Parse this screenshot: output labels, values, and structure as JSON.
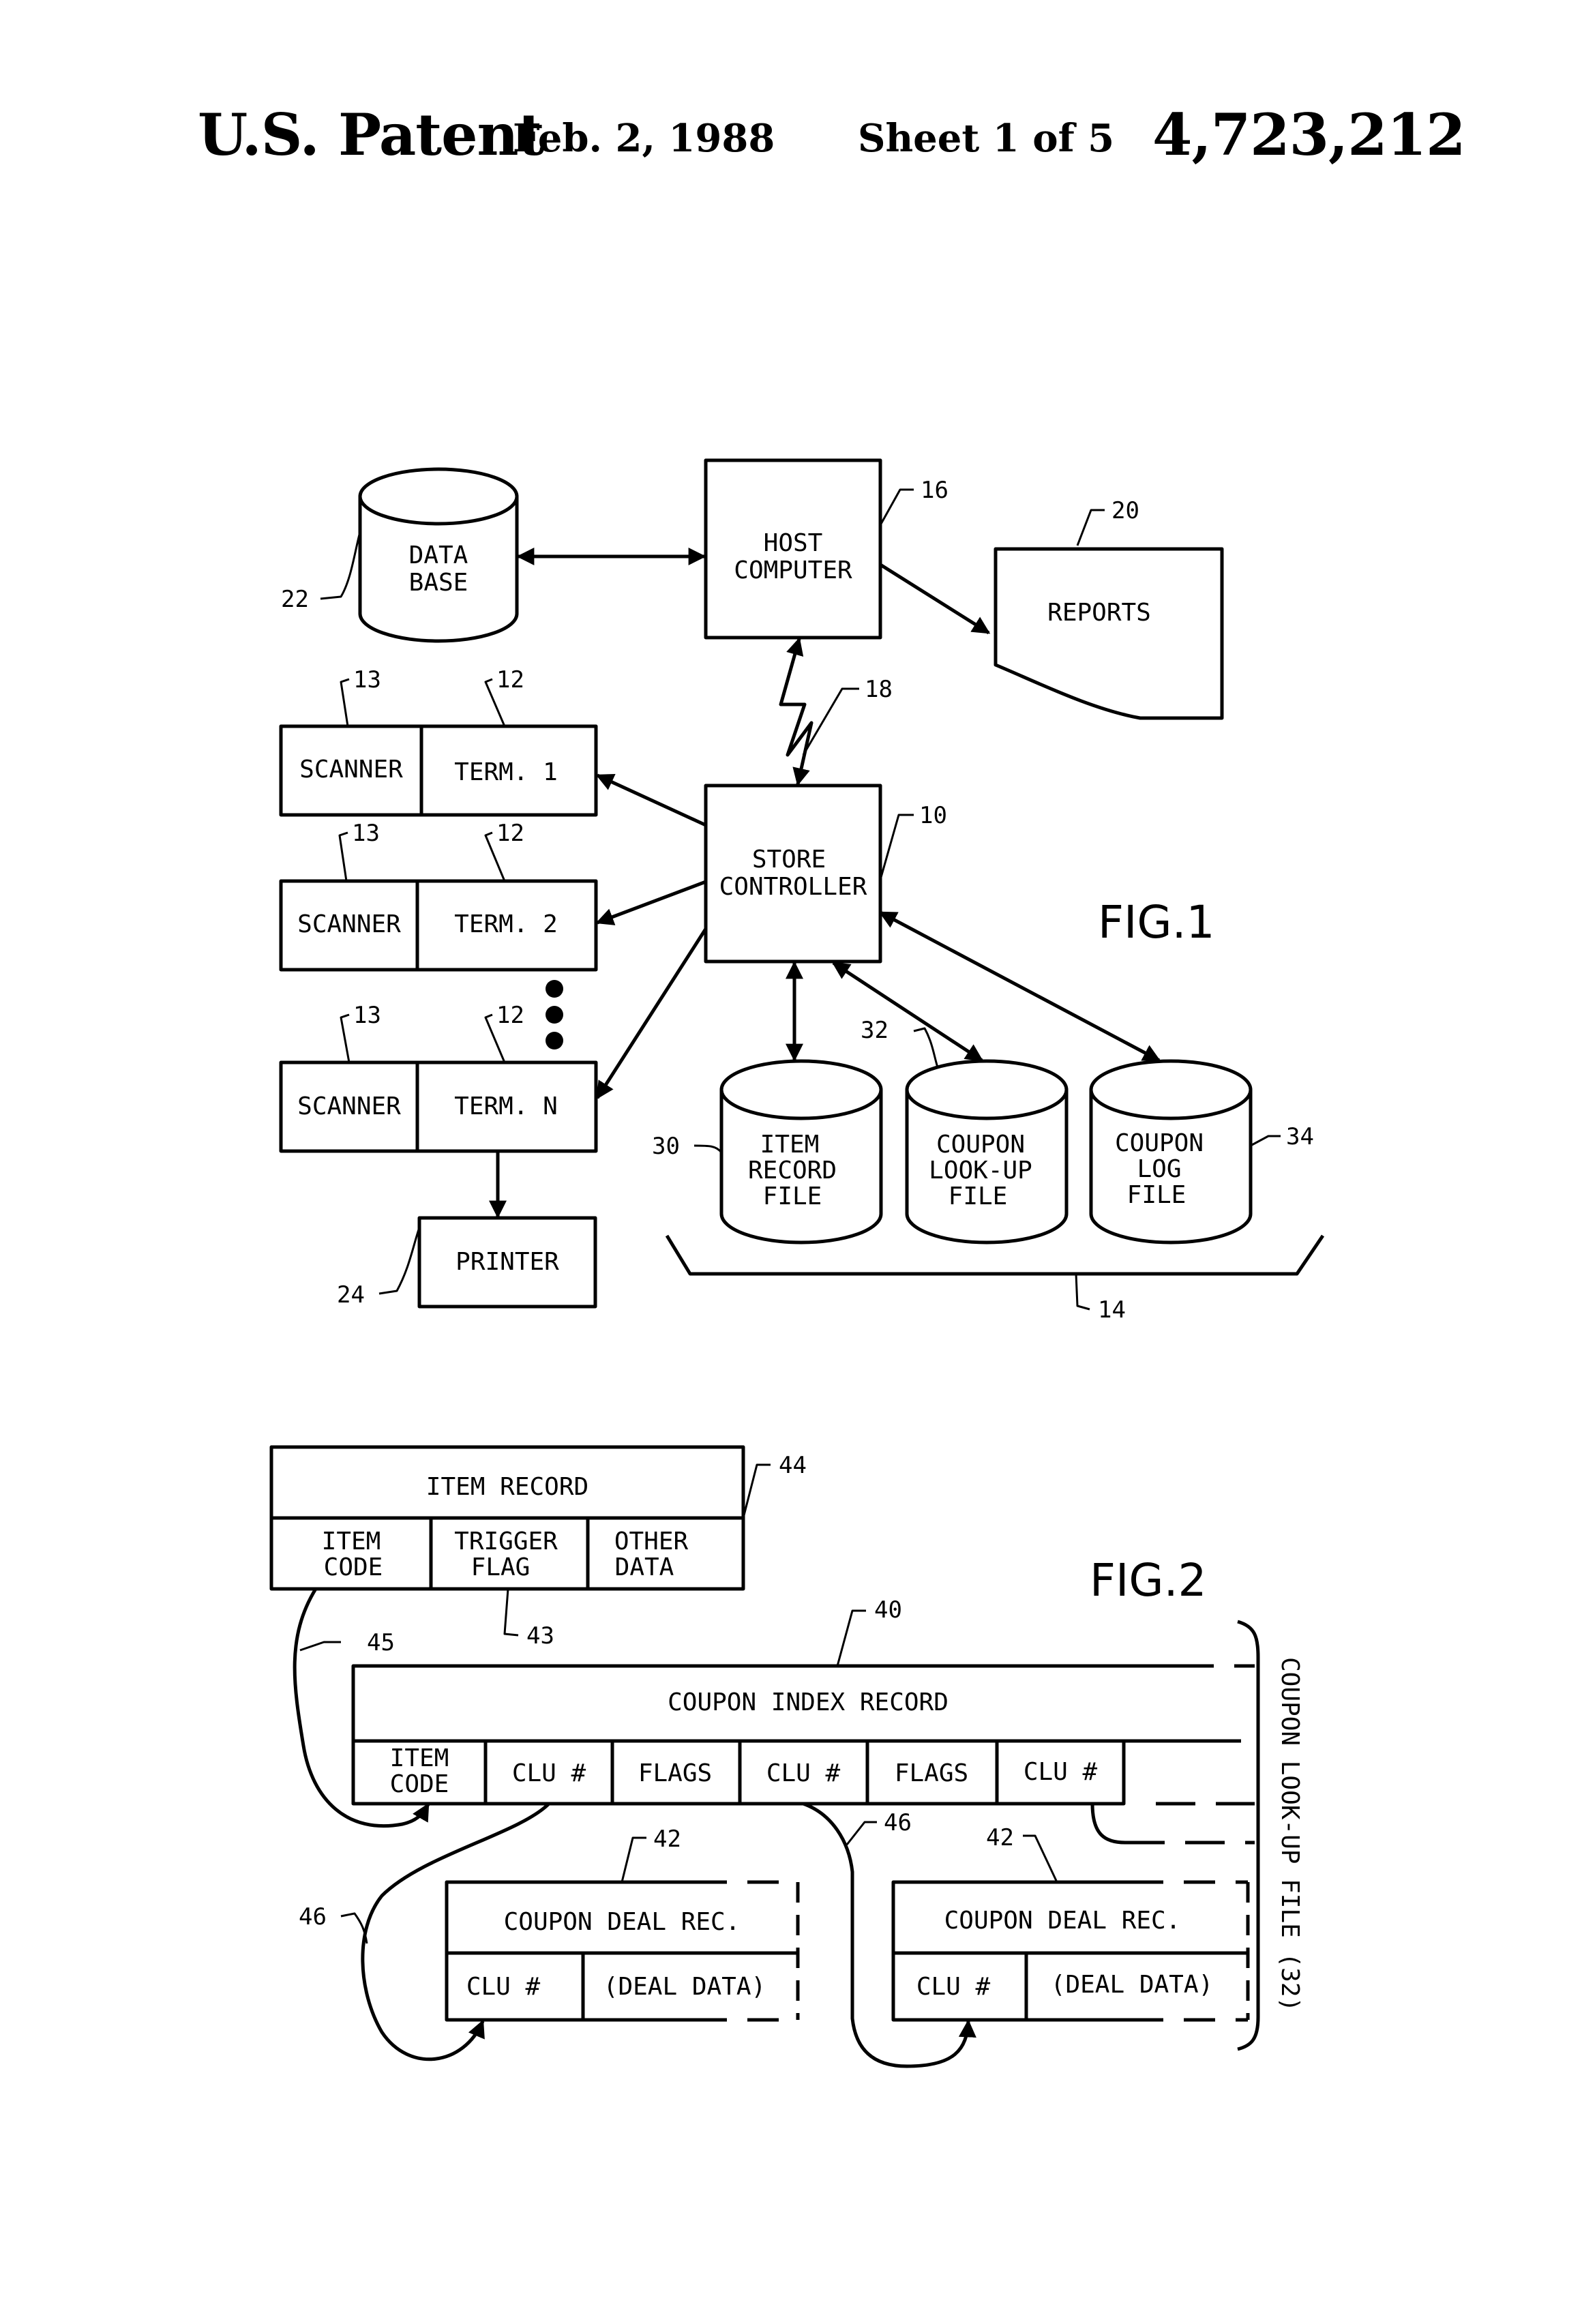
{
  "header": {
    "left": "U.S. Patent",
    "date": "Feb. 2, 1988",
    "sheet": "Sheet 1 of 5",
    "patent_number": "4,723,212"
  },
  "fig1": {
    "title": "FIG.1",
    "data_base": [
      "DATA",
      "BASE"
    ],
    "host_computer": [
      "HOST",
      "COMPUTER"
    ],
    "reports": "REPORTS",
    "store_controller": [
      "STORE",
      "CONTROLLER"
    ],
    "scanner_1": "SCANNER",
    "terminal_1": "TERM. 1",
    "scanner_2": "SCANNER",
    "terminal_2": "TERM. 2",
    "scanner_n": "SCANNER",
    "terminal_n": "TERM. N",
    "printer": "PRINTER",
    "item_record_file": [
      "ITEM",
      "RECORD",
      "FILE"
    ],
    "coupon_lookup_file": [
      "COUPON",
      "LOOK-UP",
      "FILE"
    ],
    "coupon_log_file": [
      "COUPON",
      "LOG",
      "FILE"
    ],
    "refs": {
      "host": "16",
      "reports": "20",
      "database": "22",
      "link": "18",
      "controller": "10",
      "scanner_1": "13",
      "terminal_1": "12",
      "scanner_2": "13",
      "terminal_2": "12",
      "scanner_n": "13",
      "terminal_n": "12",
      "printer": "24",
      "item_file": "30",
      "lookup_file": "32",
      "log_file": "34",
      "files_group": "14"
    }
  },
  "fig2": {
    "title": "FIG.2",
    "item_record": "ITEM RECORD",
    "item_code": [
      "ITEM",
      "CODE"
    ],
    "trigger_flag": [
      "TRIGGER",
      "FLAG"
    ],
    "other_data": [
      "OTHER",
      "DATA"
    ],
    "coupon_index_record": "COUPON  INDEX  RECORD",
    "index_item_code": [
      "ITEM",
      "CODE"
    ],
    "clu": "CLU #",
    "flags": "FLAGS",
    "coupon_deal_rec": "COUPON DEAL REC.",
    "deal_data": "(DEAL DATA)",
    "side_label": "COUPON LOOK-UP FILE (32)",
    "refs": {
      "item_record": "44",
      "trigger_flag": "43",
      "pointer_45": "45",
      "index_record": "40",
      "deal_rec_left": "42",
      "deal_rec_right": "42",
      "pointer_46_left": "46",
      "pointer_46_right": "46"
    }
  }
}
